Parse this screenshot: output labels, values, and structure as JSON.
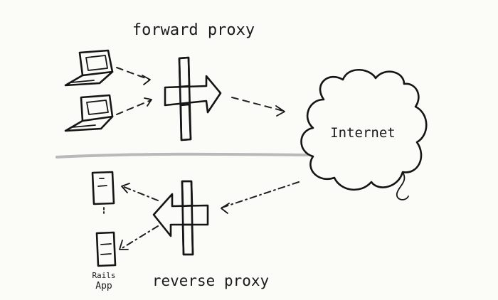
{
  "labels": {
    "forward_proxy": "forward proxy",
    "reverse_proxy": "reverse proxy",
    "internet": "Internet",
    "rails_line1": "Rails",
    "rails_line2": "App"
  },
  "colors": {
    "forward_arrow": "#e2141b",
    "reverse_arrow": "#19e62a",
    "ink": "#151515",
    "divider": "#b9b9b9",
    "paper": "#fbfbf8"
  },
  "icons": {
    "clients": [
      "laptop-icon",
      "laptop-icon"
    ],
    "servers": [
      "server-icon",
      "server-icon"
    ],
    "network": "cloud-icon"
  }
}
